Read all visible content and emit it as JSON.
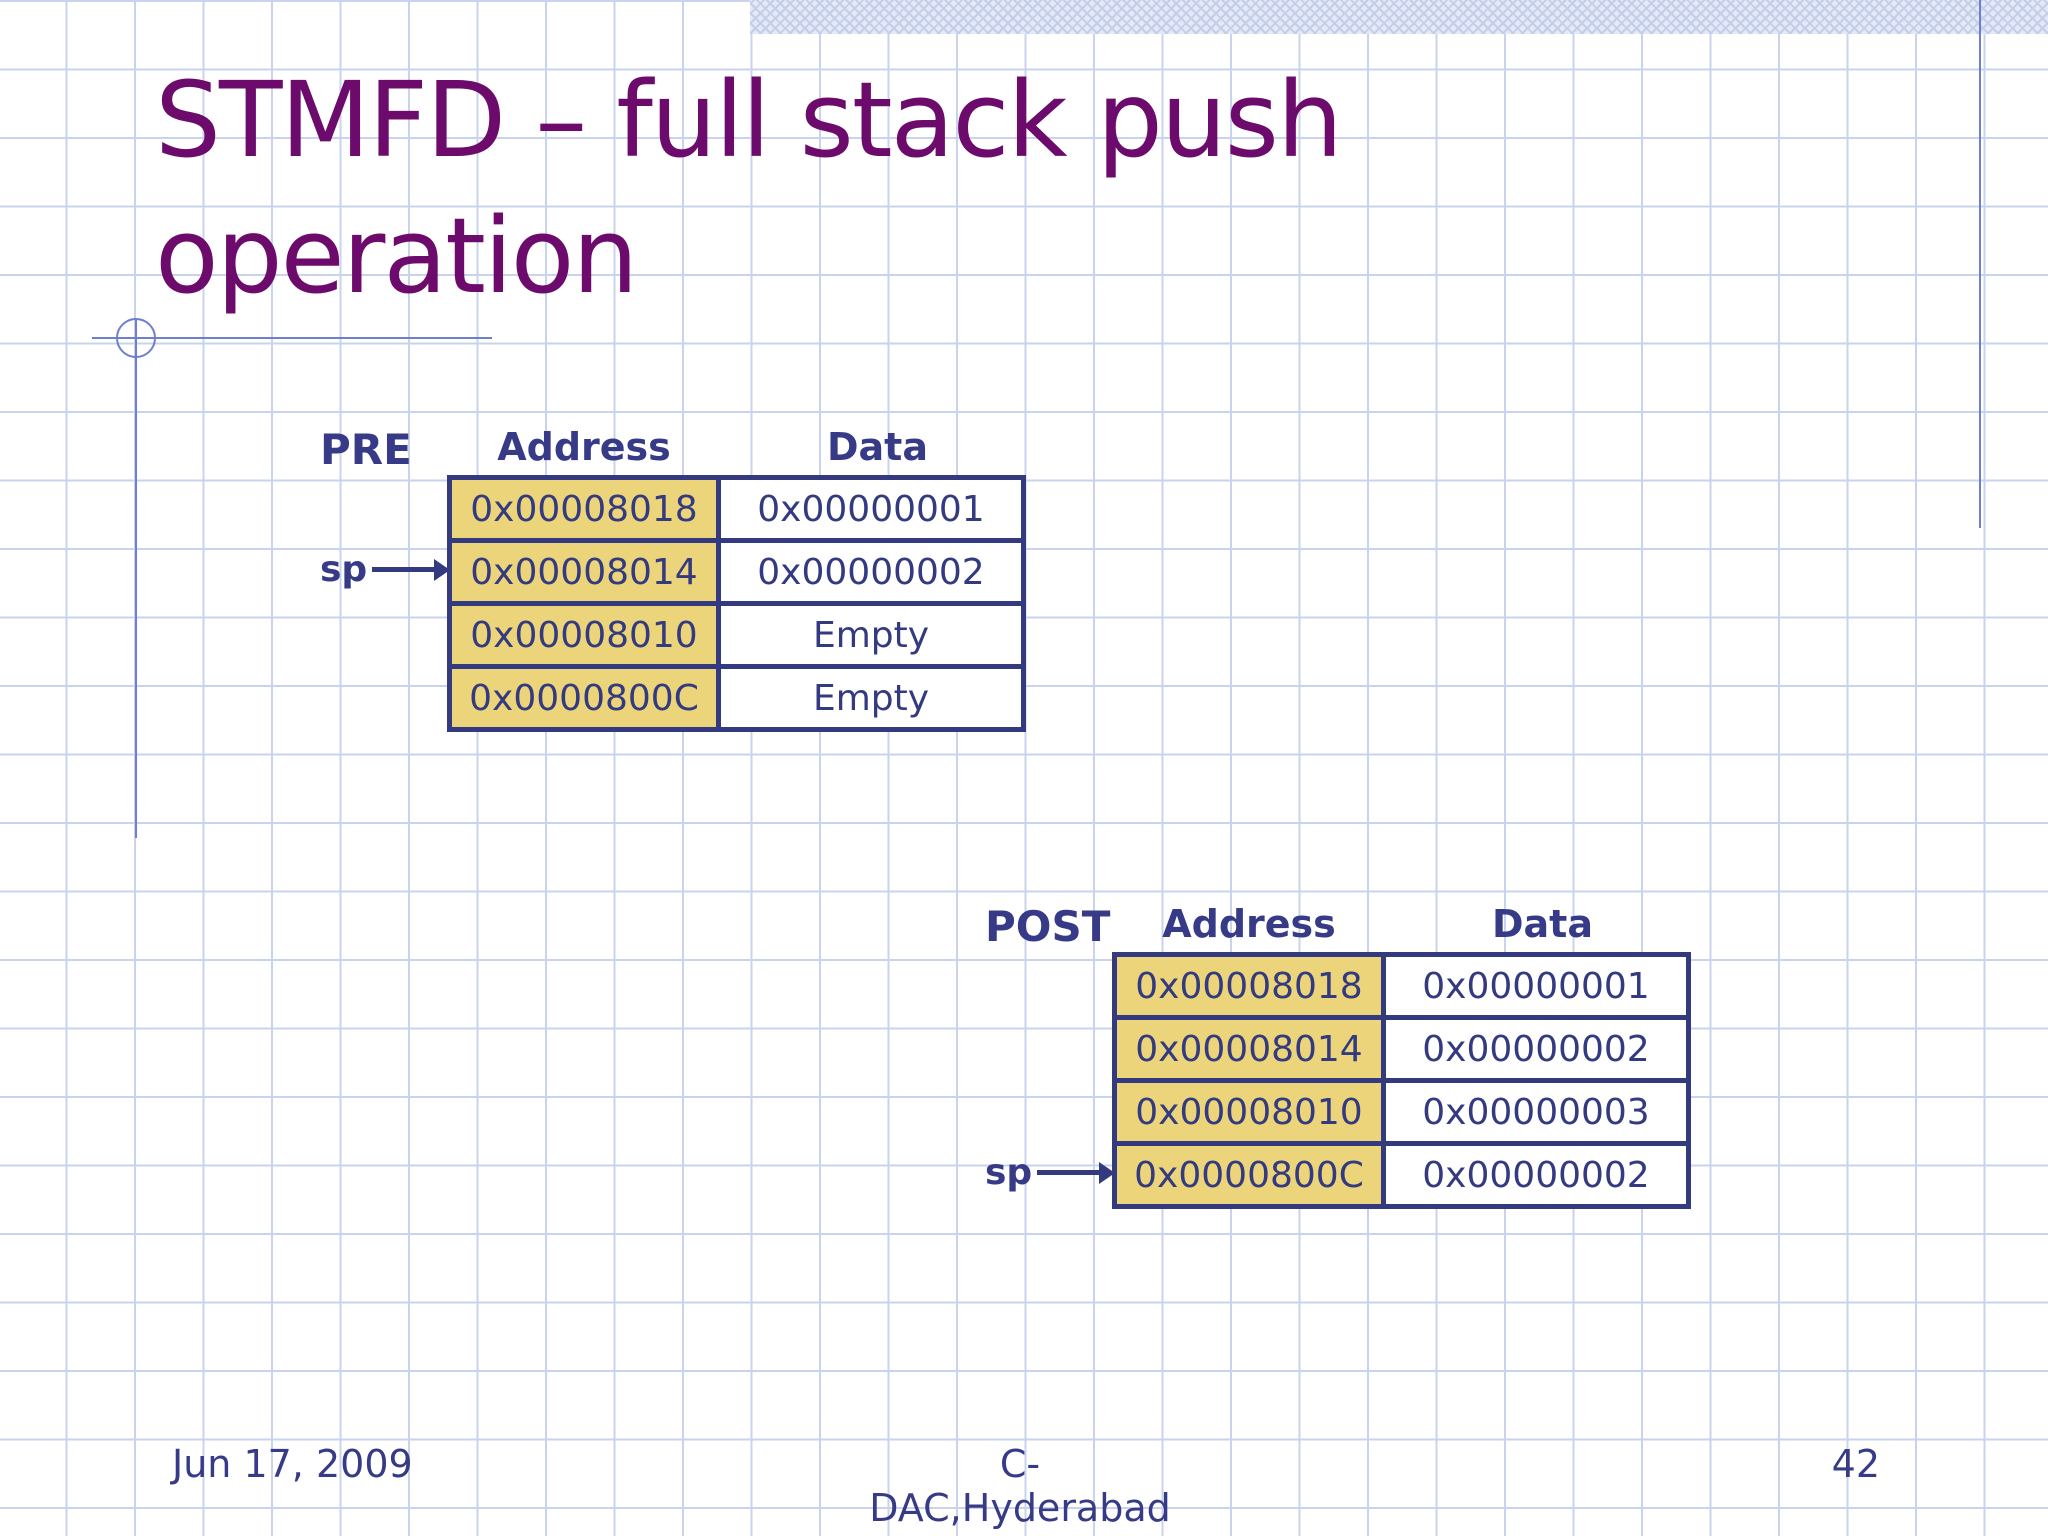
{
  "slide": {
    "title": "STMFD – full stack push operation"
  },
  "pre": {
    "label": "PRE",
    "address_header": "Address",
    "data_header": "Data",
    "sp_label": "sp",
    "sp_row": 1,
    "rows": [
      {
        "address": "0x00008018",
        "data": "0x00000001"
      },
      {
        "address": "0x00008014",
        "data": "0x00000002"
      },
      {
        "address": "0x00008010",
        "data": "Empty"
      },
      {
        "address": "0x0000800C",
        "data": "Empty"
      }
    ]
  },
  "post": {
    "label": "POST",
    "address_header": "Address",
    "data_header": "Data",
    "sp_label": "sp",
    "sp_row": 3,
    "rows": [
      {
        "address": "0x00008018",
        "data": "0x00000001"
      },
      {
        "address": "0x00008014",
        "data": "0x00000002"
      },
      {
        "address": "0x00008010",
        "data": "0x00000003"
      },
      {
        "address": "0x0000800C",
        "data": "0x00000002"
      }
    ]
  },
  "footer": {
    "date": "Jun 17, 2009",
    "organization": "C-DAC,Hyderabad",
    "page_number": "42"
  },
  "colors": {
    "title": "#6c0b6c",
    "text": "#363a87",
    "address_cell": "#ebd47a",
    "border": "#333a80",
    "grid": "#c9d3ee"
  }
}
